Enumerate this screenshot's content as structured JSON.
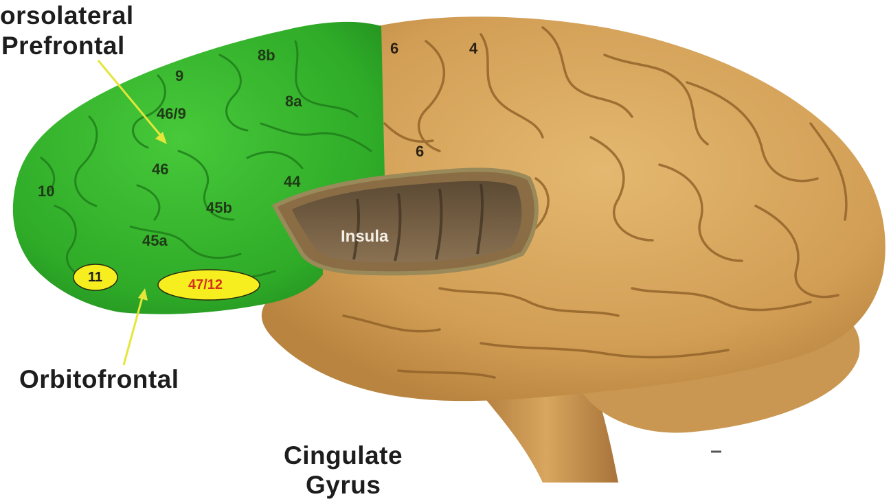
{
  "labels": {
    "dorsolateral_line1": "orsolateral",
    "dorsolateral_line2": "Prefrontal",
    "orbitofrontal": "Orbitofrontal",
    "cingulate_line1": "Cingulate",
    "cingulate_line2": "Gyrus"
  },
  "areas": {
    "a8b": "8b",
    "a9": "9",
    "a8a": "8a",
    "a46_9": "46/9",
    "a46": "46",
    "a10": "10",
    "a44": "44",
    "a45b": "45b",
    "a45a": "45a",
    "a11": "11",
    "a47_12": "47/12",
    "a6_top": "6",
    "a4": "4",
    "a6_mid": "6",
    "insula": "Insula"
  },
  "colors": {
    "prefrontal_green": "#35b52c",
    "cortex_tan": "#d9a860",
    "highlight_yellow": "#f6ee1e",
    "label_47_12": "#d4321c",
    "arrow_yellow": "#e5e53a"
  }
}
